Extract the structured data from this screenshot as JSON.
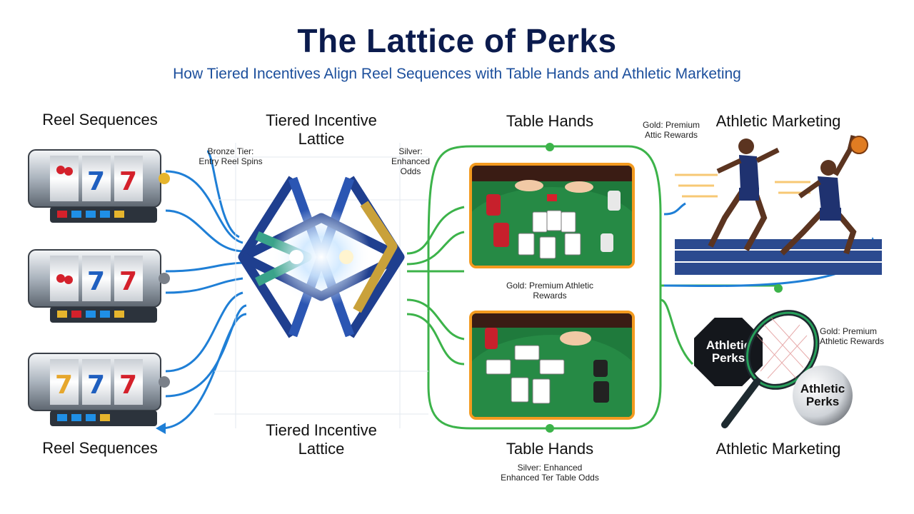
{
  "header": {
    "title": "The Lattice of Perks",
    "subtitle": "How Tiered Incentives Align Reel Sequences with Table Hands and Athletic Marketing"
  },
  "columns": {
    "reel_top": "Reel Sequences",
    "reel_bottom": "Reel Sequences",
    "lattice_top": "Tiered Incentive Lattice",
    "lattice_bottom": "Tiered Incentive Lattice",
    "table_top": "Table Hands",
    "table_bottom": "Table Hands",
    "athletic_top": "Athletic Marketing",
    "athletic_bottom": "Athletic Marketing"
  },
  "tier_labels": {
    "bronze": "Bronze Tier: Entry Reel Spins",
    "silver_top": "Silver: Enhanced Odds",
    "gold_top": "Gold: Premium Attic Rewards",
    "gold_mid": "Gold: Premium Athletic Rewards",
    "gold_right": "Gold: Premium Athletic Rewards",
    "silver_bottom_line1": "Silver: Enhanced",
    "silver_bottom_line2": "Enhanced Ter Table Odds"
  },
  "badges": {
    "perks_left": "Athletic Perks",
    "perks_ball": "Athletic Perks"
  },
  "colors": {
    "blue_flow": "#1f7fd6",
    "green_flow": "#3cb34a",
    "navy": "#0b1b4d",
    "gold": "#c9a13a",
    "felt": "#1f7a3c",
    "panel_border": "#f39a1f"
  },
  "icons": [
    "slot-machine-icon",
    "lattice-icon",
    "poker-table-icon",
    "runner-icon",
    "tennis-racket-icon",
    "soccer-ball-icon"
  ]
}
